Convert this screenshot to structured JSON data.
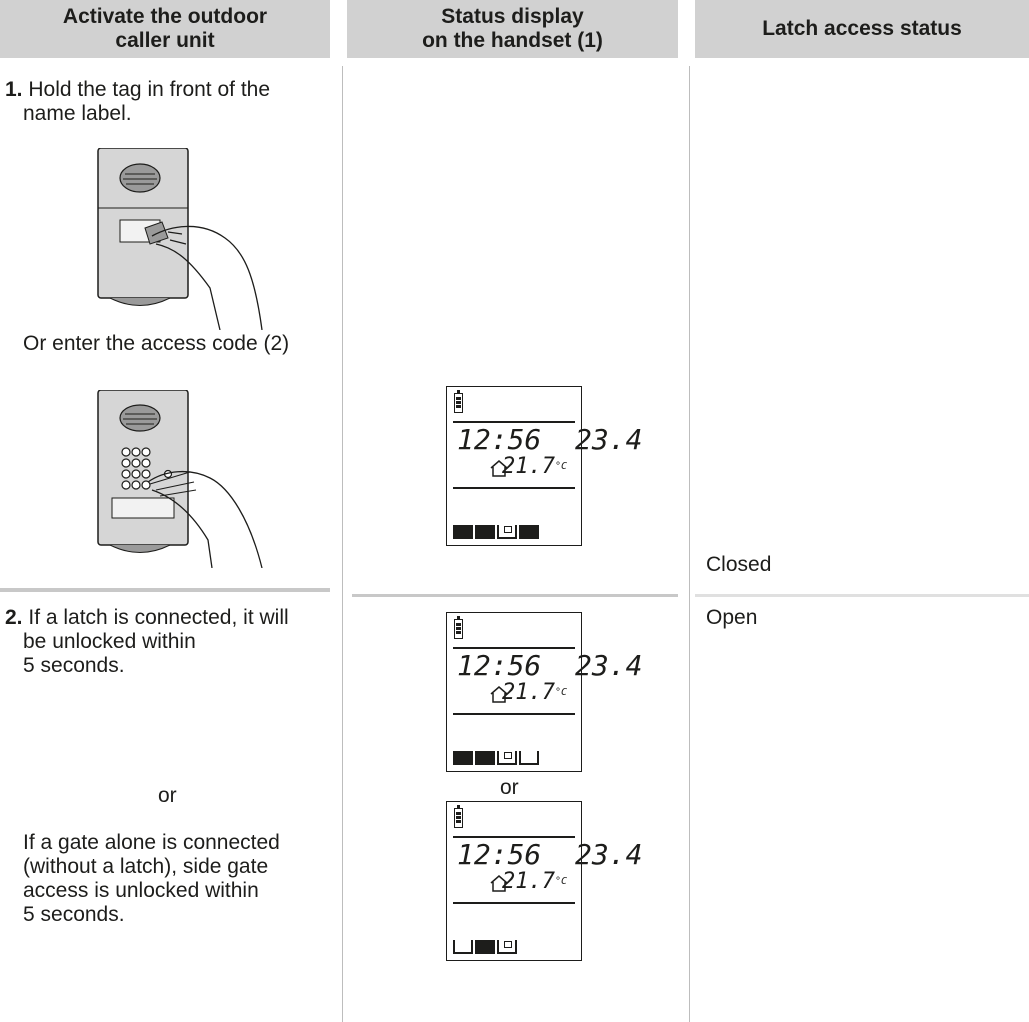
{
  "headers": {
    "col1": [
      "Activate the outdoor",
      "caller unit"
    ],
    "col2": [
      "Status display",
      "on the handset (1)"
    ],
    "col3": "Latch access status"
  },
  "step1": {
    "number": "1.",
    "lines": [
      "Hold the tag in front of the",
      "name label."
    ],
    "or_code": "Or enter the access code (2)"
  },
  "step2": {
    "number": "2.",
    "lines": [
      "If a latch is connected, it will",
      "be unlocked within",
      "5 seconds."
    ],
    "or": "or",
    "alt_lines": [
      "If a gate alone is connected",
      "(without a latch), side gate",
      "access is unlocked within",
      "5 seconds."
    ]
  },
  "handset_or": "or",
  "lcd": {
    "time": "12:56",
    "date": "23.4",
    "temp": "21.7",
    "temp_unit": "°C"
  },
  "status": {
    "closed": "Closed",
    "open": "Open"
  }
}
